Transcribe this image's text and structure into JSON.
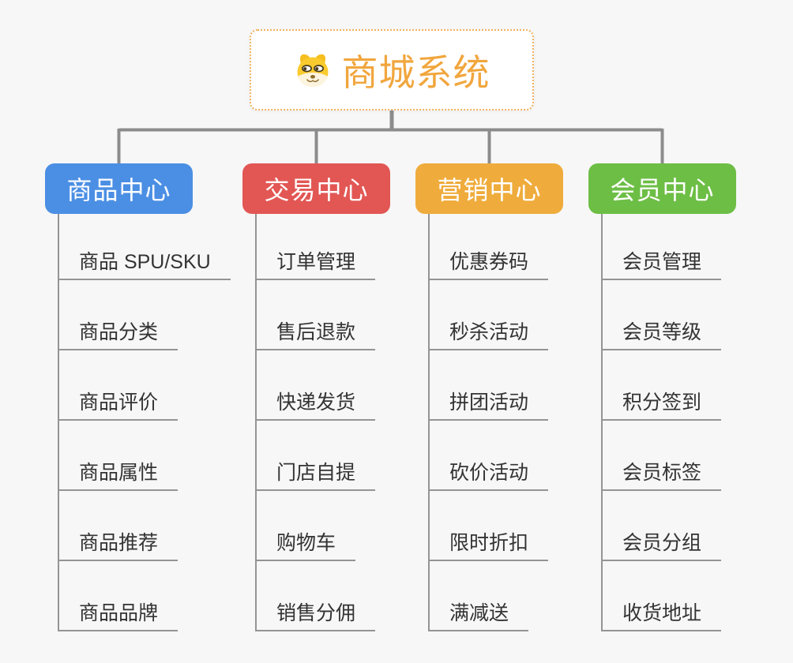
{
  "root": {
    "title": "商城系统",
    "icon": "dog-face-icon",
    "text_color": "#F1A63D",
    "border_color": "#F2B05F"
  },
  "branches": [
    {
      "label": "商品中心",
      "color": "#4B8FE4",
      "children": [
        "商品 SPU/SKU",
        "商品分类",
        "商品评价",
        "商品属性",
        "商品推荐",
        "商品品牌"
      ]
    },
    {
      "label": "交易中心",
      "color": "#E25754",
      "children": [
        "订单管理",
        "售后退款",
        "快递发货",
        "门店自提",
        "购物车",
        "销售分佣"
      ]
    },
    {
      "label": "营销中心",
      "color": "#EFAC3C",
      "children": [
        "优惠券码",
        "秒杀活动",
        "拼团活动",
        "砍价活动",
        "限时折扣",
        "满减送"
      ]
    },
    {
      "label": "会员中心",
      "color": "#6DBE45",
      "children": [
        "会员管理",
        "会员等级",
        "积分签到",
        "会员标签",
        "会员分组",
        "收货地址"
      ]
    }
  ],
  "connector_color": "#8C8C8C",
  "underline_color": "#949494",
  "background_color": "#F7F7F7"
}
